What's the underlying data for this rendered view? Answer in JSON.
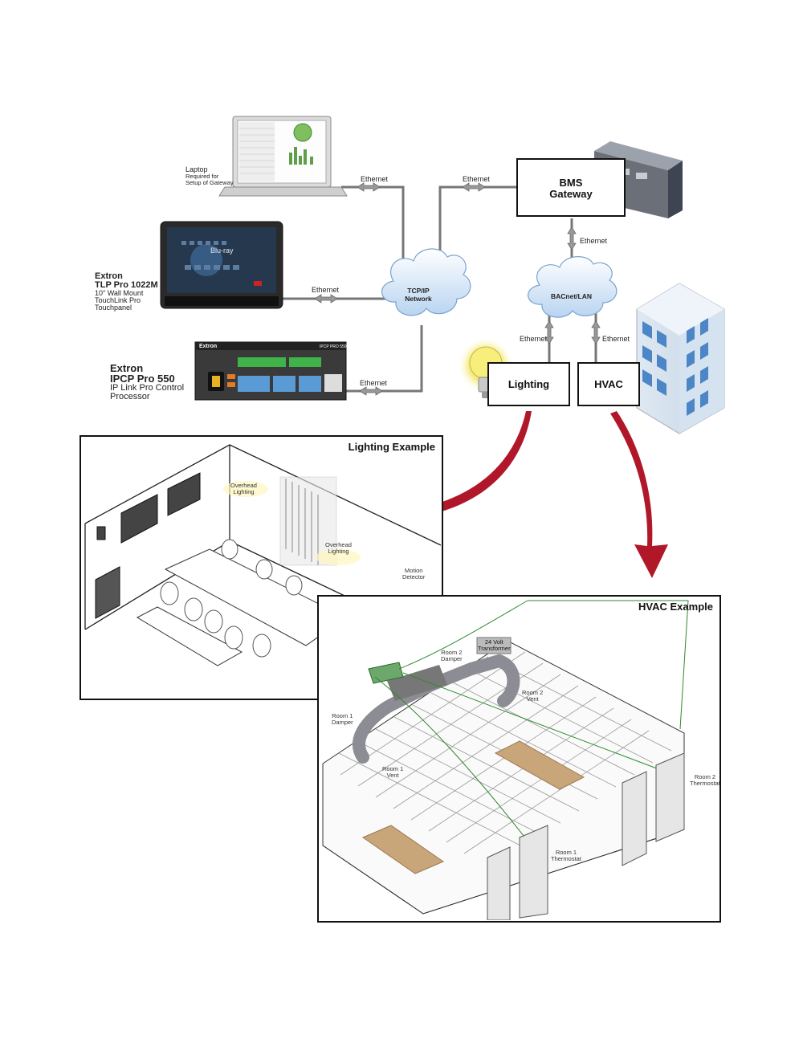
{
  "network": {
    "ethernet_label": "Ethernet",
    "tcpip_cloud": [
      "TCP/IP",
      "Network"
    ],
    "bacnet_cloud": "BACnet/LAN"
  },
  "devices": {
    "laptop": {
      "title": "Laptop",
      "desc": [
        "Required for",
        "Setup of Gateway"
      ]
    },
    "tlp": {
      "brand": "Extron",
      "model": "TLP Pro 1022M",
      "desc": [
        "10\" Wall Mount",
        "TouchLink Pro",
        "Touchpanel"
      ],
      "screen_text": "Blu-ray"
    },
    "ipcp": {
      "brand": "Extron",
      "model": "IPCP Pro 550",
      "desc": [
        "IP Link Pro Control",
        "Processor"
      ],
      "front_brand": "Extron",
      "front_model": "IPCP PRO 550"
    },
    "bms": {
      "label": [
        "BMS",
        "Gateway"
      ]
    },
    "lighting": {
      "label": "Lighting"
    },
    "hvac": {
      "label": "HVAC"
    }
  },
  "lighting_example": {
    "title": "Lighting Example",
    "overhead_1": [
      "Overhead",
      "Lighting"
    ],
    "overhead_2": [
      "Overhead",
      "Lighting"
    ],
    "motion": [
      "Motion",
      "Detector"
    ]
  },
  "hvac_example": {
    "title": "HVAC Example",
    "transformer": [
      "24 Volt",
      "Transformer"
    ],
    "room2_damper": [
      "Room 2",
      "Damper"
    ],
    "room2_vent": [
      "Room 2",
      "Vent"
    ],
    "room1_damper": [
      "Room 1",
      "Damper"
    ],
    "room1_vent": [
      "Room 1",
      "Vent"
    ],
    "room2_thermostat": [
      "Room 2",
      "Thermostat"
    ],
    "room1_thermostat": [
      "Room 1",
      "Thermostat"
    ]
  },
  "colors": {
    "arrow_red": "#b0182a",
    "cloud_blue": "#cfe2f7",
    "wire_green": "#2e8a2e",
    "building_blue": "#4c86c6"
  }
}
